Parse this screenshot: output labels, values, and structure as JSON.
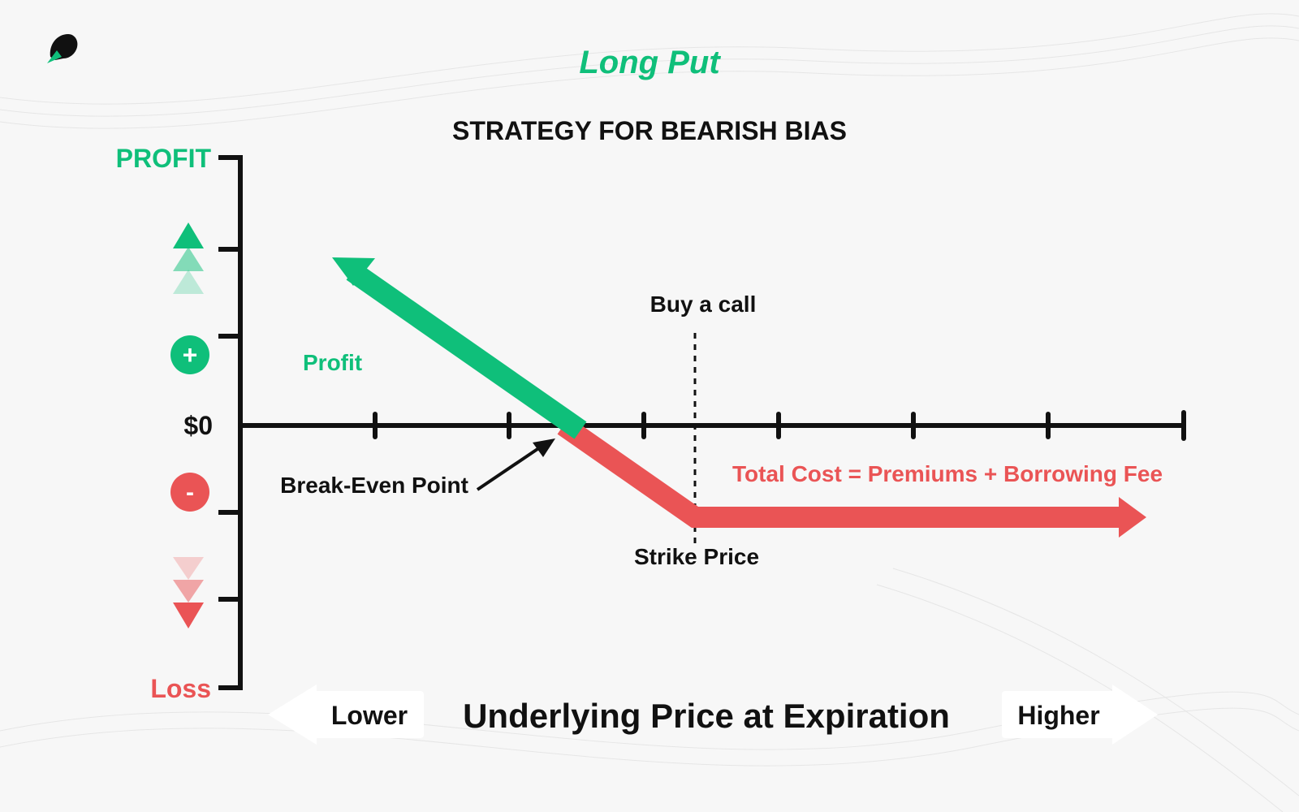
{
  "title": "Long Put",
  "subtitle": "STRATEGY FOR BEARISH BIAS",
  "y_axis": {
    "top_label": "PROFIT",
    "bottom_label": "Loss",
    "zero_label": "$0"
  },
  "x_axis": {
    "label": "Underlying Price at Expiration",
    "left_label": "Lower",
    "right_label": "Higher"
  },
  "annotations": {
    "profit": "Profit",
    "buy_call": "Buy a call",
    "break_even": "Break-Even Point",
    "strike": "Strike Price",
    "total_cost": "Total Cost = Premiums + Borrowing Fee"
  },
  "indicators": {
    "plus": "+",
    "minus": "-"
  },
  "colors": {
    "green": "#0fbf7a",
    "red": "#ea5455",
    "axis": "#111111",
    "text": "#111111"
  },
  "icons": {
    "logo": "bird-logo-icon",
    "up": "triangle-up-icon",
    "down": "triangle-down-icon",
    "plus": "plus-circle-icon",
    "minus": "minus-circle-icon"
  }
}
